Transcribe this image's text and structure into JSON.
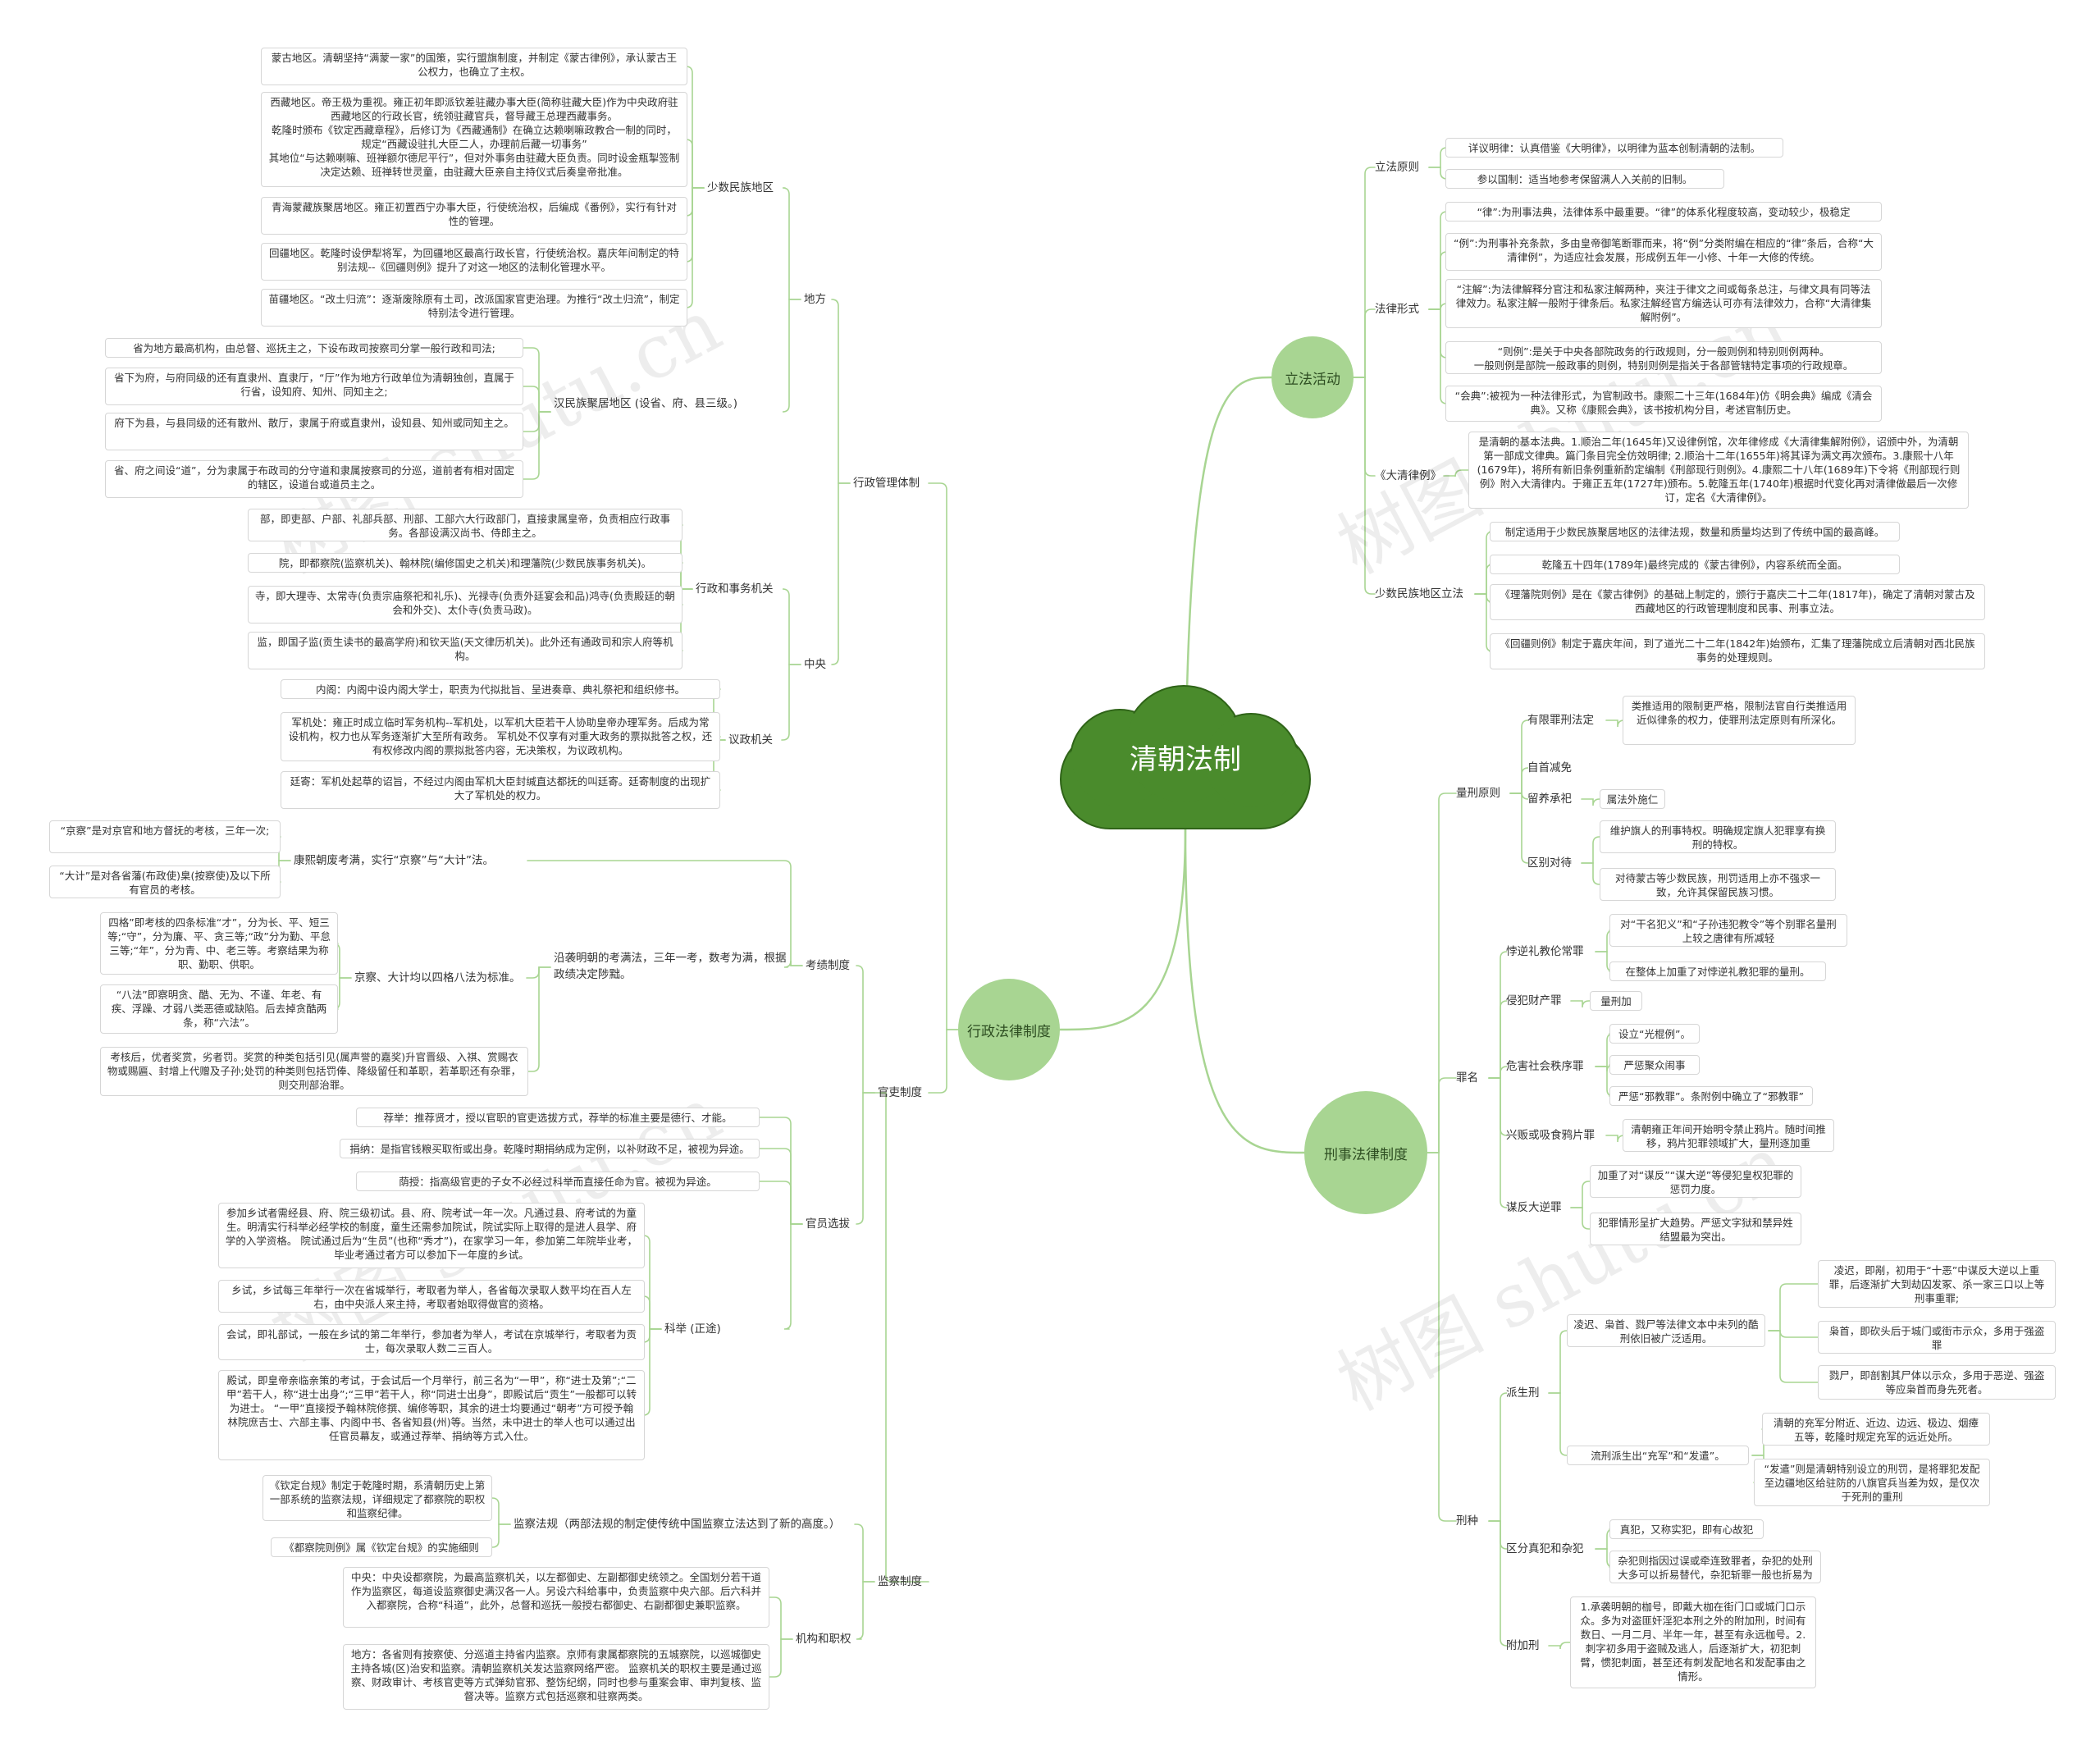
{
  "root": "清朝法制",
  "watermark": "树图 shutu.cn",
  "colors": {
    "root": "#4a8b2c",
    "branch": "#a8d592",
    "line": "#a8d592",
    "accent": "#4a8b2c"
  },
  "branches": [
    {
      "label": "行政法律制度"
    },
    {
      "label": "立法活动"
    },
    {
      "label": "刑事法律制度"
    }
  ],
  "nodes": [
    {
      "id": "a1",
      "text": "地方"
    },
    {
      "id": "a1a",
      "text": "少数民族地区"
    },
    {
      "id": "a1a1",
      "text": "蒙古地区。清朝坚持“满蒙一家”的国策，实行盟旗制度，并制定《蒙古律例》，承认蒙古王公权力，也确立了主权。"
    },
    {
      "id": "a1a2",
      "text": "西藏地区。帝王极为重视。雍正初年即派钦差驻藏办事大臣(简称驻藏大臣)作为中央政府驻西藏地区的行政长官，统领驻藏官兵，督导藏王总理西藏事务。\n乾隆时颁布《钦定西藏章程》，后修订为《西藏通制》在确立达赖喇嘛政教合一制的同时，规定“西藏设驻扎大臣二人，办理前后藏一切事务”\n其地位“与达赖喇嘛、班禅额尔德尼平行”，但对外事务由驻藏大臣负责。同时设金瓶掣签制决定达赖、班禅转世灵童，由驻藏大臣亲自主持仪式后奏皇帝批准。"
    },
    {
      "id": "a1a3",
      "text": "青海蒙藏族聚居地区。雍正初置西宁办事大臣，行使统治权，后编成《番例》，实行有针对性的管理。"
    },
    {
      "id": "a1a4",
      "text": "回疆地区。乾隆时设伊犁将军，为回疆地区最高行政长官，行使统治权。嘉庆年间制定的特别法规--《回疆则例》提升了对这一地区的法制化管理水平。"
    },
    {
      "id": "a1a5",
      "text": "苗疆地区。“改土归流”：逐渐废除原有土司，改派国家官吏治理。为推行“改土归流”，制定特别法令进行管理。"
    },
    {
      "id": "a1b",
      "text": "汉民族聚居地区        (设省、府、县三级。)"
    },
    {
      "id": "a1b1",
      "text": "省为地方最高机构，由总督、巡抚主之，下设布政司按察司分掌一般行政和司法;"
    },
    {
      "id": "a1b2",
      "text": "省下为府，与府同级的还有直隶州、直隶厅，“厅”作为地方行政单位为清朝独创，直属于行省，设知府、知州、同知主之;"
    },
    {
      "id": "a1b3",
      "text": "府下为县，与县同级的还有散州、散厅，隶属于府或直隶州，设知县、知州或同知主之。"
    },
    {
      "id": "a1b4",
      "text": "省、府之间设“道”，分为隶属于布政司的分守道和隶属按察司的分巡，道前者有相对固定的辖区，设道台或道员主之。"
    },
    {
      "id": "a2",
      "text": "中央"
    },
    {
      "id": "a2a",
      "text": "行政和事务机关"
    },
    {
      "id": "a2a1",
      "text": "部，即吏部、户部、礼部兵部、刑部、工部六大行政部门，直接隶属皇帝，负责相应行政事务。各部设满汉尚书、侍郎主之。"
    },
    {
      "id": "a2a2",
      "text": "院，即都察院(监察机关)、翰林院(编修国史之机关)和理藩院(少数民族事务机关)。"
    },
    {
      "id": "a2a3",
      "text": "寺，即大理寺、太常寺(负责宗庙祭祀和礼乐)、光禄寺(负责外廷宴会和品)鸿寺(负责殿廷的朝会和外交)、太仆寺(负责马政)。"
    },
    {
      "id": "a2a4",
      "text": "监，即国子监(贡生读书的最高学府)和钦天监(天文律历机关)。此外还有通政司和宗人府等机构。"
    },
    {
      "id": "a2b",
      "text": "议政机关"
    },
    {
      "id": "a2b1",
      "text": "内阁：内阁中设内阁大学士，职责为代拟批旨、呈进奏章、典礼祭祀和组织修书。"
    },
    {
      "id": "a2b2",
      "text": "军机处：雍正时成立临时军务机构--军机处，以军机大臣若干人协助皇帝办理军务。后成为常设机构，权力也从军务逐渐扩大至所有政务。      军机处不仅享有对重大政务的票拟批答之权，还有权修改内阁的票拟批答内容，无决策权，为议政机构。"
    },
    {
      "id": "a2b3",
      "text": "廷寄：军机处起草的诏旨，不经过内阁由军机大臣封缄直达都抚的叫廷寄。廷寄制度的出现扩大了军机处的权力。"
    },
    {
      "id": "a3",
      "text": "行政管理体制"
    },
    {
      "id": "b1",
      "text": "考绩制度"
    },
    {
      "id": "b1a",
      "text": "康熙朝废考满，实行“京察”与“大计”法。"
    },
    {
      "id": "b1a1",
      "text": "“京察”是对京官和地方督抚的考核，三年一次;"
    },
    {
      "id": "b1a2",
      "text": "“大计”是对各省藩(布政使)臬(按察使)及以下所有官员的考核。"
    },
    {
      "id": "b1b",
      "text": "沿袭明朝的考满法，三年一考，数考为满，根据政绩决定陟黜。"
    },
    {
      "id": "b1c",
      "text": "京察、大计均以四格八法为标准。"
    },
    {
      "id": "b1c1",
      "text": "四格”即考核的四条标准“才”，分为长、平、短三等;“守”，分为廉、平、贪三等;“政”分为勤、平怠三等;“年”，分为青、中、老三等。考察结果为称职、勤职、供职。"
    },
    {
      "id": "b1c2",
      "text": "“八法”即察明贪、酷、无为、不谨、年老、有疾、浮躁、才弱八类恶德或缺陷。后去掉贪酷两条，称“六法”。"
    },
    {
      "id": "b1d",
      "text": "考核后，优者奖赏，劣者罚。奖赏的种类包括引见(属声誉的嘉奖)升官晋级、入祺、赏赐衣物或赐匾、封增上代赠及子孙;处罚的种类则包括罚俸、降级留任和革职，若革职还有杂罪，则交刑部治罪。"
    },
    {
      "id": "b2",
      "text": "官员选拔"
    },
    {
      "id": "b2a",
      "text": "荐举：推荐贤才，授以官职的官吏选拔方式，荐举的标准主要是德行、才能。"
    },
    {
      "id": "b2b",
      "text": "捐纳：是指官钱粮买取衔或出身。乾隆时期捐纳成为定例，以补财政不足，被视为异途。"
    },
    {
      "id": "b2c",
      "text": "荫授：指高级官吏的子女不必经过科举而直接任命为官。被视为异途。"
    },
    {
      "id": "b2d",
      "text": "科举             (正途)"
    },
    {
      "id": "b2d1",
      "text": "参加乡试者需经县、府、院三级初试。县、府、院考试一年一次。凡通过县、府考试的为童生。明清实行科举必经学校的制度，童生还需参加院试，院试实际上取得的是进人县学、府学的入学资格。     院试通过后为“生员”(也称“秀才”)，在家学习一年，参加第二年院毕业考，毕业考通过者方可以参加下一年度的乡试。"
    },
    {
      "id": "b2d2",
      "text": "乡试，乡试每三年举行一次在省城举行，考取者为举人，各省每次录取人数平均在百人左右，由中央派人来主持，考取者始取得做官的资格。"
    },
    {
      "id": "b2d3",
      "text": "会试，即礼部试，一般在乡试的第二年举行，参加者为举人，考试在京城举行，考取者为贡士，每次录取人数二三百人。"
    },
    {
      "id": "b2d4",
      "text": "殿试，即皇帝亲临亲策的考试，于会试后一个月举行，前三名为“一甲”，称“进士及第”;“二甲”若干人，称“进士出身”;“三甲”若干人，称“同进士出身”，即殿试后“贡生”一般都可以转为进士。                  “一甲”直接授予翰林院修撰、编修等职，其余的进士均要通过“朝考”方可授予翰林院庶吉士、六部主事、内阁中书、各省知县(州)等。当然，未中进士的举人也可以通过出任官员幕友，或通过荐举、捐纳等方式入仕。"
    },
    {
      "id": "b3",
      "text": "官吏制度"
    },
    {
      "id": "b4",
      "text": "监察制度"
    },
    {
      "id": "b4a",
      "text": "监察法规（两部法规的制定使传统中国监察立法达到了新的高度。）"
    },
    {
      "id": "b4a1",
      "text": "《钦定台规》制定于乾隆时期，系清朝历史上第一部系统的监察法规，详细规定了都察院的职权和监察纪律。"
    },
    {
      "id": "b4a2",
      "text": "《都察院则例》属《钦定台规》的实施细则"
    },
    {
      "id": "b4b",
      "text": "机构和职权"
    },
    {
      "id": "b4b1",
      "text": "中央：中央设都察院，为最高监察机关，以左都御史、左副都御史统领之。全国划分若干道作为监察区，每道设监察御史满汉各一人。另设六科给事中，负责监察中央六部。后六科并入都察院，合称“科道”，此外，总督和巡抚一般授右都御史、右副都御史兼职监察。"
    },
    {
      "id": "b4b2",
      "text": "地方：各省则有按察使、分巡道主持省内监察。京师有隶属都察院的五城察院，以巡城御史主持各城(区)治安和监察。清朝监察机关发达监察网络严密。     监察机关的职权主要是通过巡察、财政审计、考核官吏等方式弹劾官邪、整饬纪纲，同时也参与重案会审、审判复核、监督决等。监察方式包括巡察和驻察两类。"
    },
    {
      "id": "c1",
      "text": "立法原则"
    },
    {
      "id": "c1a",
      "text": "详议明律：认真借鉴《大明律》，以明律为蓝本创制清朝的法制。"
    },
    {
      "id": "c1b",
      "text": "参以国制：适当地参考保留满人入关前的旧制。"
    },
    {
      "id": "c2",
      "text": "法律形式"
    },
    {
      "id": "c2a",
      "text": "“律”:为刑事法典，法律体系中最重要。“律”的体系化程度较高，变动较少，极稳定"
    },
    {
      "id": "c2b",
      "text": "“例”:为刑事补充条款，多由皇帝御笔断罪而来，将“例”分类附编在相应的“律”条后，合称“大清律例”，为适应社会发展，形成例五年一小修、十年一大修的传统。"
    },
    {
      "id": "c2c",
      "text": "“注解”:为法律解释分官注和私家注解两种，夹注于律文之间或每条总注，与律文具有同等法律效力。私家注解一般附于律条后。私家注解经官方编选认可亦有法律效力，合称“大清律集解附例”。"
    },
    {
      "id": "c2d",
      "text": "“则例”:是关于中央各部院政务的行政规则，分一般则例和特别则例两种。\n一般则例是部院一般政事的则例，特别则例是指关于各部管辖特定事项的行政规章。"
    },
    {
      "id": "c2e",
      "text": "“会典”:被视为一种法律形式，为官制政书。康熙二十三年(1684年)仿《明会典》编成《清会典》。又称《康熙会典》，该书按机构分目，考述官制历史。"
    },
    {
      "id": "c3",
      "text": "《大清律例》"
    },
    {
      "id": "c3a",
      "text": "是清朝的基本法典。1.顺治二年(1645年)又设律例馆，次年律修成《大清律集解附例》，诏颁中外，为清朝第一部成文律典。篇门条目完全仿效明律;              2.顺治十二年(1655年)将其译为满文再次颁布。3.康熙十八年(1679年)，将所有新旧条例重新酌定编制《刑部现行则例》。4.康熙二十八年(1689年)下令将《刑部现行则例》附入大清律内。于雍正五年(1727年)颁布。5.乾隆五年(1740年)根据时代变化再对清律做最后一次修订，定名《大清律例》。"
    },
    {
      "id": "c4",
      "text": "少数民族地区立法"
    },
    {
      "id": "c4a",
      "text": "制定适用于少数民族聚居地区的法律法规，数量和质量均达到了传统中国的最高峰。"
    },
    {
      "id": "c4b",
      "text": "乾隆五十四年(1789年)最终完成的《蒙古律例》，内容系统而全面。"
    },
    {
      "id": "c4c",
      "text": "《理藩院则例》是在《蒙古律例》的基础上制定的，颁行于嘉庆二十二年(1817年)，确定了清朝对蒙古及西藏地区的行政管理制度和民事、刑事立法。"
    },
    {
      "id": "c4d",
      "text": "《回疆则例》制定于嘉庆年间，到了道光二十二年(1842年)始颁布，汇集了理藩院成立后清朝对西北民族事务的处理规则。"
    },
    {
      "id": "d1",
      "text": "量刑原则"
    },
    {
      "id": "d1a",
      "text": "有限罪刑法定"
    },
    {
      "id": "d1a1",
      "text": "类推适用的限制更严格，限制法官自行类推适用近似律条的权力，使罪刑法定原则有所深化。"
    },
    {
      "id": "d1b",
      "text": "自首减免"
    },
    {
      "id": "d1c",
      "text": "留养承祀"
    },
    {
      "id": "d1c1",
      "text": "属法外施仁"
    },
    {
      "id": "d1d",
      "text": "区别对待"
    },
    {
      "id": "d1d1",
      "text": "维护旗人的刑事特权。明确规定旗人犯罪享有换刑的特权。"
    },
    {
      "id": "d1d2",
      "text": "对待蒙古等少数民族，刑罚适用上亦不强求一致，允许其保留民族习惯。"
    },
    {
      "id": "d2",
      "text": "罪名"
    },
    {
      "id": "d2a",
      "text": "悖逆礼教伦常罪"
    },
    {
      "id": "d2a1",
      "text": "对“干名犯义”和“子孙违犯教令”等个别罪名量刑上较之唐律有所减轻"
    },
    {
      "id": "d2a2",
      "text": "在整体上加重了对悖逆礼教犯罪的量刑。"
    },
    {
      "id": "d2b",
      "text": "侵犯财产罪"
    },
    {
      "id": "d2b1",
      "text": "量刑加重"
    },
    {
      "id": "d2c",
      "text": "危害社会秩序罪"
    },
    {
      "id": "d2c1",
      "text": "设立“光棍例”。"
    },
    {
      "id": "d2c2",
      "text": "严惩聚众闹事者。"
    },
    {
      "id": "d2c3",
      "text": "严惩“邪教罪”。条附例中确立了“邪教罪”"
    },
    {
      "id": "d2d",
      "text": "兴贩或吸食鸦片罪"
    },
    {
      "id": "d2d1",
      "text": "清朝雍正年间开始明令禁止鸦片。随时间推移，鸦片犯罪领域扩大，量刑逐加重"
    },
    {
      "id": "d2e",
      "text": "谋反大逆罪"
    },
    {
      "id": "d2e1",
      "text": "加重了对“谋反”“谋大逆”等侵犯皇权犯罪的惩罚力度。"
    },
    {
      "id": "d2e2",
      "text": "犯罪情形呈扩大趋势。严惩文字狱和禁异姓结盟最为突出。"
    },
    {
      "id": "d3",
      "text": "刑种"
    },
    {
      "id": "d3a",
      "text": "派生刑"
    },
    {
      "id": "d3a1",
      "text": "凌迟、枭首、戮尸等法律文本中未列的酷刑依旧被广泛适用。"
    },
    {
      "id": "d3a1a",
      "text": "凌迟，即剐，初用于“十恶”中谋反大逆以上重罪，后逐渐扩大到劫囚发冢、杀一家三口以上等刑事重罪;"
    },
    {
      "id": "d3a1b",
      "text": "枭首，即砍头后于城门或街市示众，多用于强盗罪"
    },
    {
      "id": "d3a1c",
      "text": "戮尸，即剖割其尸体以示众，多用于恶逆、强盗等应枭首而身先死者。"
    },
    {
      "id": "d3a2",
      "text": "流刑派生出“充军”和“发遣”。"
    },
    {
      "id": "d3a2a",
      "text": "清朝的充军分附近、近边、边远、极边、烟瘴五等，乾隆时规定充军的远近处所。"
    },
    {
      "id": "d3a2b",
      "text": "“发遣”则是清朝特别设立的刑罚，是将罪犯发配至边疆地区给驻防的八旗官兵当差为奴，是仅次于死刑的重刑"
    },
    {
      "id": "d3b",
      "text": "区分真犯和杂犯"
    },
    {
      "id": "d3b1",
      "text": "真犯，又称实犯，即有心故犯"
    },
    {
      "id": "d3b2",
      "text": "杂犯则指因过误或牵连致罪者，杂犯的处刑大多可以折易替代，杂犯斩罪一般也折易为徒刑"
    },
    {
      "id": "d3c",
      "text": "附加刑"
    },
    {
      "id": "d3c1",
      "text": "1.承袭明朝的枷号，即戴大枷在街门口或城门口示众。多为对盗匪奸淫犯本刑之外的附加刑，时间有数日、一月二月、半年一年，甚至有永远枷号。2.刺字初多用于盗贼及逃人，后逐渐扩大，初犯刺臂，惯犯刺面，甚至还有刺发配地名和发配事由之情形。"
    }
  ]
}
